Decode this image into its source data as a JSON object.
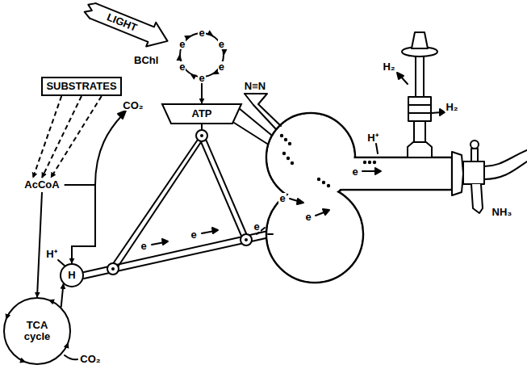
{
  "diagram": {
    "nodes": [
      {
        "text": [
          "LIGHT"
        ]
      },
      {
        "text": [
          "BChl"
        ]
      },
      {
        "text": [
          "SUBSTRATES"
        ]
      },
      {
        "text": [
          "AcCoA"
        ]
      },
      {
        "text": [
          "TCA cycle"
        ]
      },
      {
        "text": [
          "H"
        ]
      },
      {
        "text": [
          "ATP"
        ]
      }
    ],
    "edges": [
      {
        "from": 2,
        "to": 3,
        "arrow": "to"
      },
      {
        "from": 2,
        "to": 3,
        "arrow": "to"
      },
      {
        "from": 2,
        "to": 3,
        "arrow": "to"
      },
      {
        "from": 3,
        "to": 4,
        "arrow": "to"
      },
      {
        "from": 4,
        "to": 5,
        "arrow": "to"
      },
      {
        "from": 3,
        "to": 5,
        "arrow": "to"
      },
      {
        "from": 1,
        "to": 6,
        "arrow": "to"
      }
    ],
    "labels": [
      "CO₂",
      "CO₂",
      "H⁺",
      "H⁺",
      "N≡N",
      "H₂",
      "H₂",
      "NH₃",
      "e",
      "e",
      "e",
      "e",
      "e",
      "e",
      "e",
      "e",
      "e",
      "e",
      "e",
      "e"
    ]
  }
}
